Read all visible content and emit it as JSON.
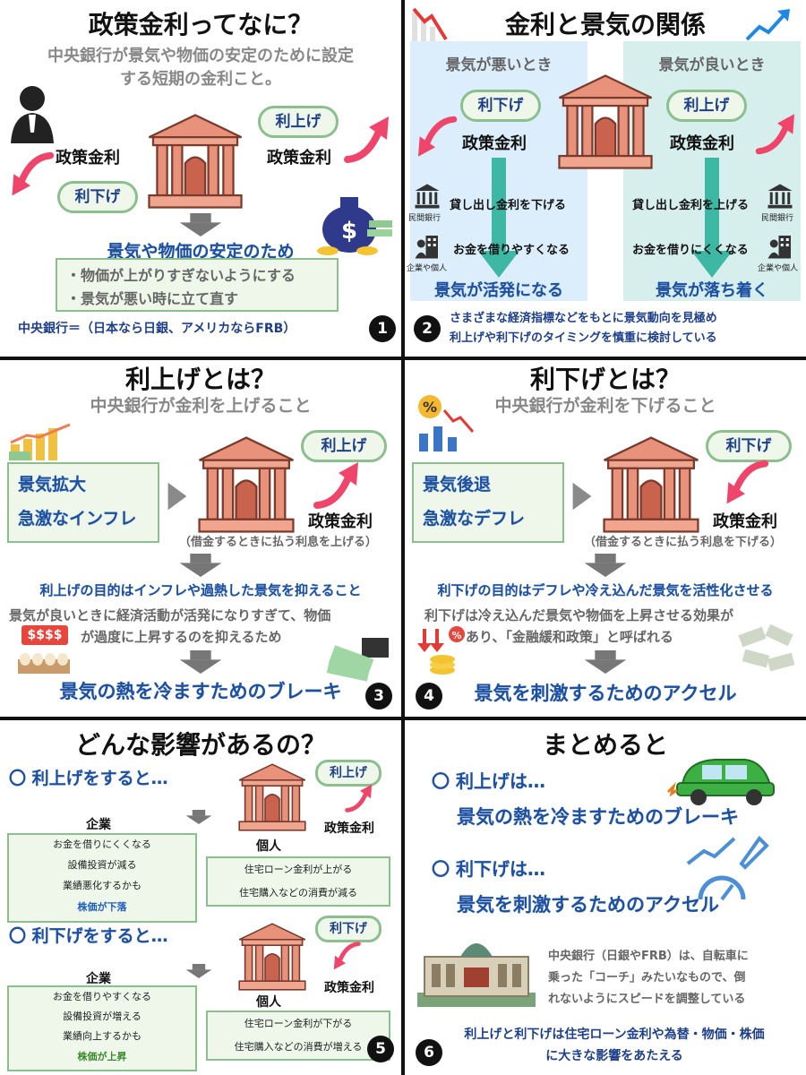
{
  "p1": {
    "title": "政策金利ってなに？",
    "sub1": "中央銀行が景気や物価の安定のために設定",
    "sub2": "する短期の金利こと。",
    "raise_pill": "利上げ",
    "lower_pill": "利下げ",
    "policy_right": "政策金利",
    "policy_left": "政策金利",
    "purpose": "景気や物価の安定のため",
    "point1": "・物価が上がりすぎないようにする",
    "point2": "・景気が悪い時に立て直す",
    "footnote": "中央銀行＝（日本なら日銀、アメリカならFRB）",
    "num": "1"
  },
  "p2": {
    "title": "金利と景気の関係",
    "bad": "景気が悪いとき",
    "good": "景気が良いとき",
    "lower_pill": "利下げ",
    "raise_pill": "利上げ",
    "policy_left": "政策金利",
    "policy_right": "政策金利",
    "left_loan": "貸し出し金利を下げる",
    "left_borrow": "お金を借りやすくなる",
    "right_loan": "貸し出し金利を上げる",
    "right_borrow": "お金を借りにくくなる",
    "private_bank": "民間銀行",
    "company_person": "企業や個人",
    "left_result": "景気が活発になる",
    "right_result": "景気が落ち着く",
    "note1": "さまざまな経済指標などをもとに景気動向を見極め",
    "note2": "利上げや利下げのタイミングを慎重に検討している",
    "num": "2"
  },
  "p3": {
    "title": "利上げとは？",
    "sub": "中央銀行が金利を上げること",
    "box1": "景気拡大",
    "box2": "急激なインフレ",
    "pill": "利上げ",
    "policy": "政策金利",
    "paren": "（借金するときに払う利息を上げる）",
    "purpose": "利上げの目的はインフレや過熱した景気を抑えること",
    "desc1": "景気が良いときに経済活動が活発になりすぎて、物価",
    "desc2": "が過度に上昇するのを抑えるため",
    "price_tag": "$$$$",
    "conclusion": "景気の熱を冷ますためのブレーキ",
    "num": "3"
  },
  "p4": {
    "title": "利下げとは？",
    "sub": "中央銀行が金利を下げること",
    "box1": "景気後退",
    "box2": "急激なデフレ",
    "pill": "利下げ",
    "policy": "政策金利",
    "paren": "（借金するときに払う利息を下げる）",
    "purpose": "利下げの目的はデフレや冷え込んだ景気を活性化させる",
    "desc1": "利下げは冷え込んだ景気や物価を上昇させる効果が",
    "desc2": "あり、「金融緩和政策」と呼ばれる",
    "conclusion": "景気を刺激するためのアクセル",
    "num": "4"
  },
  "p5": {
    "title": "どんな影響があるの？",
    "raise_head": "〇 利上げをすると…",
    "lower_head": "〇 利下げをすると…",
    "raise_pill": "利上げ",
    "lower_pill": "利下げ",
    "policy1": "政策金利",
    "policy2": "政策金利",
    "company1": "企業",
    "company2": "企業",
    "person1": "個人",
    "person2": "個人",
    "r_c1": "お金を借りにくくなる",
    "r_c2": "設備投資が減る",
    "r_c3": "業績悪化するかも",
    "r_c4": "株価が下落",
    "r_p1": "住宅ローン金利が上がる",
    "r_p2": "住宅購入などの消費が減る",
    "l_c1": "お金を借りやすくなる",
    "l_c2": "設備投資が増える",
    "l_c3": "業績向上するかも",
    "l_c4": "株価が上昇",
    "l_p1": "住宅ローン金利が下がる",
    "l_p2": "住宅購入などの消費が増える",
    "num": "5"
  },
  "p6": {
    "title": "まとめると",
    "raise_head": "〇 利上げは…",
    "raise_body": "景気の熱を冷ますためのブレーキ",
    "lower_head": "〇 利下げは…",
    "lower_body": "景気を刺激するためのアクセル",
    "coach1": "中央銀行（日銀やFRB）は、自転車に",
    "coach2": "乗った「コーチ」みたいなもので、倒",
    "coach3": "れないようにスピードを調整している",
    "final1": "利上げと利下げは住宅ローン金利や為替・物価・株価",
    "final2": "に大きな影響をあたえる",
    "num": "6"
  },
  "colors": {
    "green_border": "#8bc08e",
    "green_fill": "#eef7ea",
    "navy": "#1e3f8a",
    "bank": "#e8927c",
    "red_arrow": "#f0456b",
    "teal": "#3db8a5",
    "light_blue": "#dceefb",
    "light_teal": "#d6efec"
  }
}
